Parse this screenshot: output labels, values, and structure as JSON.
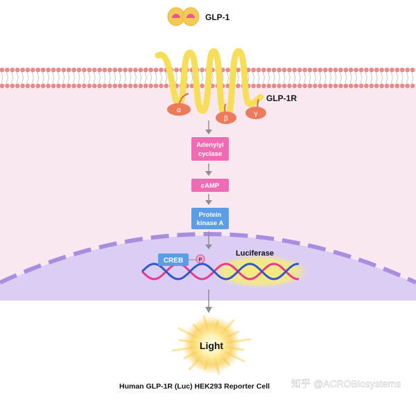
{
  "ligand": {
    "label": "GLP-1"
  },
  "receptor": {
    "label": "GLP-1R"
  },
  "g_protein": {
    "alpha": "α",
    "beta": "β",
    "gamma": "γ"
  },
  "pathway": {
    "adenylyl_cyclase": [
      "Adenylyl",
      "cyclase"
    ],
    "camp": "cAMP",
    "pka": [
      "Protein",
      "kinase A"
    ],
    "creb": "CREB",
    "phospho": "P",
    "reporter_gene": "Luciferase",
    "output": "Light"
  },
  "caption": "Human GLP-1R (Luc) HEK293 Reporter Cell",
  "watermark": "知乎 @ACROBiosystems",
  "colors": {
    "cytoplasm": "#fae8f0",
    "nucleus": "#dccdf5",
    "nuclear_envelope": "#a98ee0",
    "membrane_head": "#e98a88",
    "receptor": "#f7de5a",
    "g_protein": "#ec7a5c",
    "pink_box": "#ef6bb3",
    "blue_box": "#5c9de6",
    "arrow": "#8f8f8f"
  }
}
